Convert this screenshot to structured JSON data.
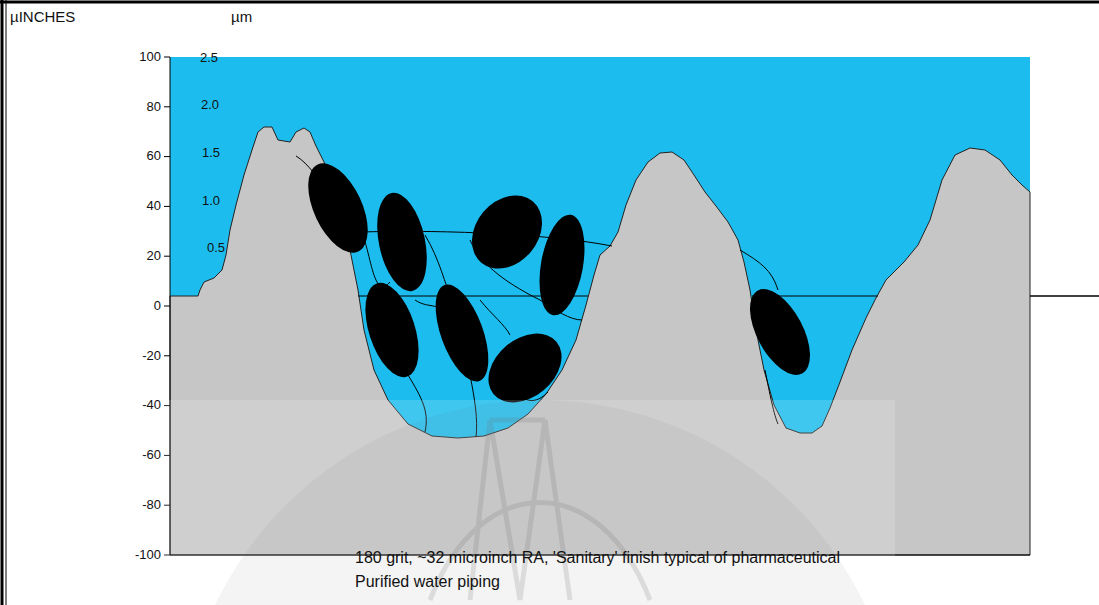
{
  "diagram": {
    "caption": "180 grit, ~32 microinch RA, 'Sanitary' finish typical of pharmaceutical Purified water piping",
    "labels": [
      "µINCHES",
      "µm",
      "100",
      "80",
      "60",
      "40",
      "20",
      "0",
      "-20",
      "-40",
      "-60",
      "-80",
      "-100",
      "2.5",
      "2.0",
      "1.5",
      "1.0",
      "0.5"
    ]
  }
}
